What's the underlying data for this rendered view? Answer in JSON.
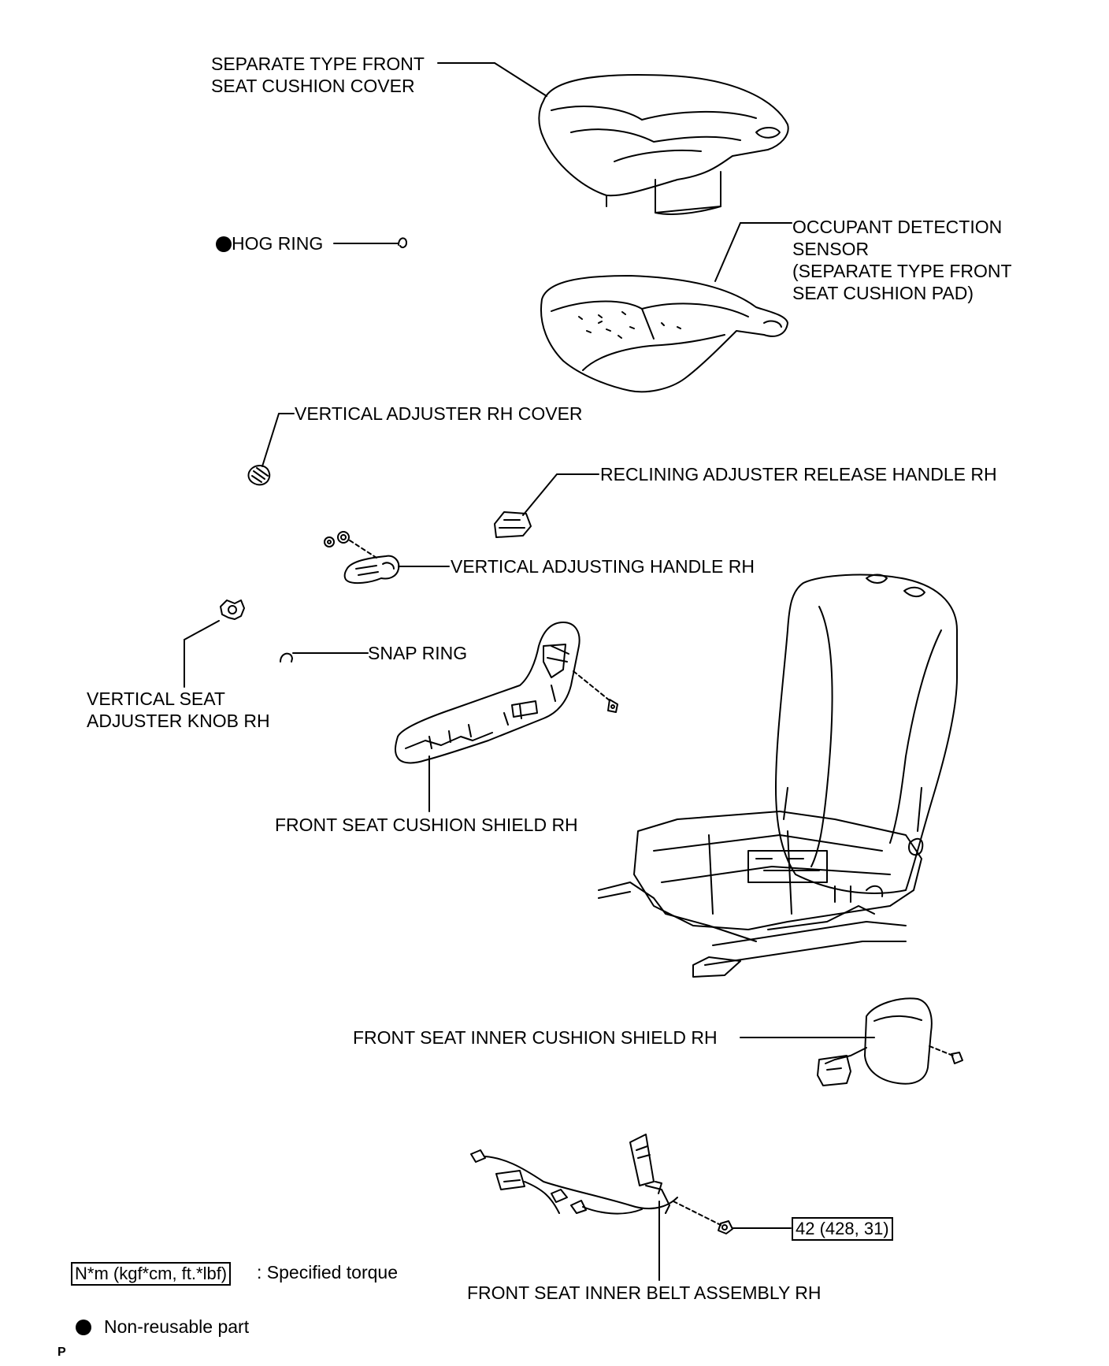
{
  "parts": {
    "cushion_cover": [
      "SEPARATE TYPE FRONT",
      "SEAT CUSHION COVER"
    ],
    "hog_ring": "HOG RING",
    "occupant_sensor": [
      "OCCUPANT DETECTION",
      "SENSOR",
      "(SEPARATE TYPE FRONT",
      "SEAT CUSHION PAD)"
    ],
    "vertical_adjuster_cover": "VERTICAL ADJUSTER RH COVER",
    "reclining_handle": "RECLINING ADJUSTER RELEASE HANDLE RH",
    "vertical_adjusting_handle": "VERTICAL ADJUSTING HANDLE RH",
    "snap_ring": "SNAP RING",
    "vertical_seat_knob": [
      "VERTICAL SEAT",
      "ADJUSTER KNOB RH"
    ],
    "cushion_shield": "FRONT SEAT CUSHION SHIELD RH",
    "inner_cushion_shield": "FRONT SEAT INNER CUSHION SHIELD RH",
    "inner_belt": "FRONT SEAT INNER BELT ASSEMBLY RH"
  },
  "torque_value": "42 (428, 31)",
  "legend": {
    "torque_unit": "N*m (kgf*cm, ft.*lbf)",
    "torque_desc": ": Specified torque",
    "nonreusable_desc": "Non-reusable part"
  },
  "corner_mark": "P"
}
